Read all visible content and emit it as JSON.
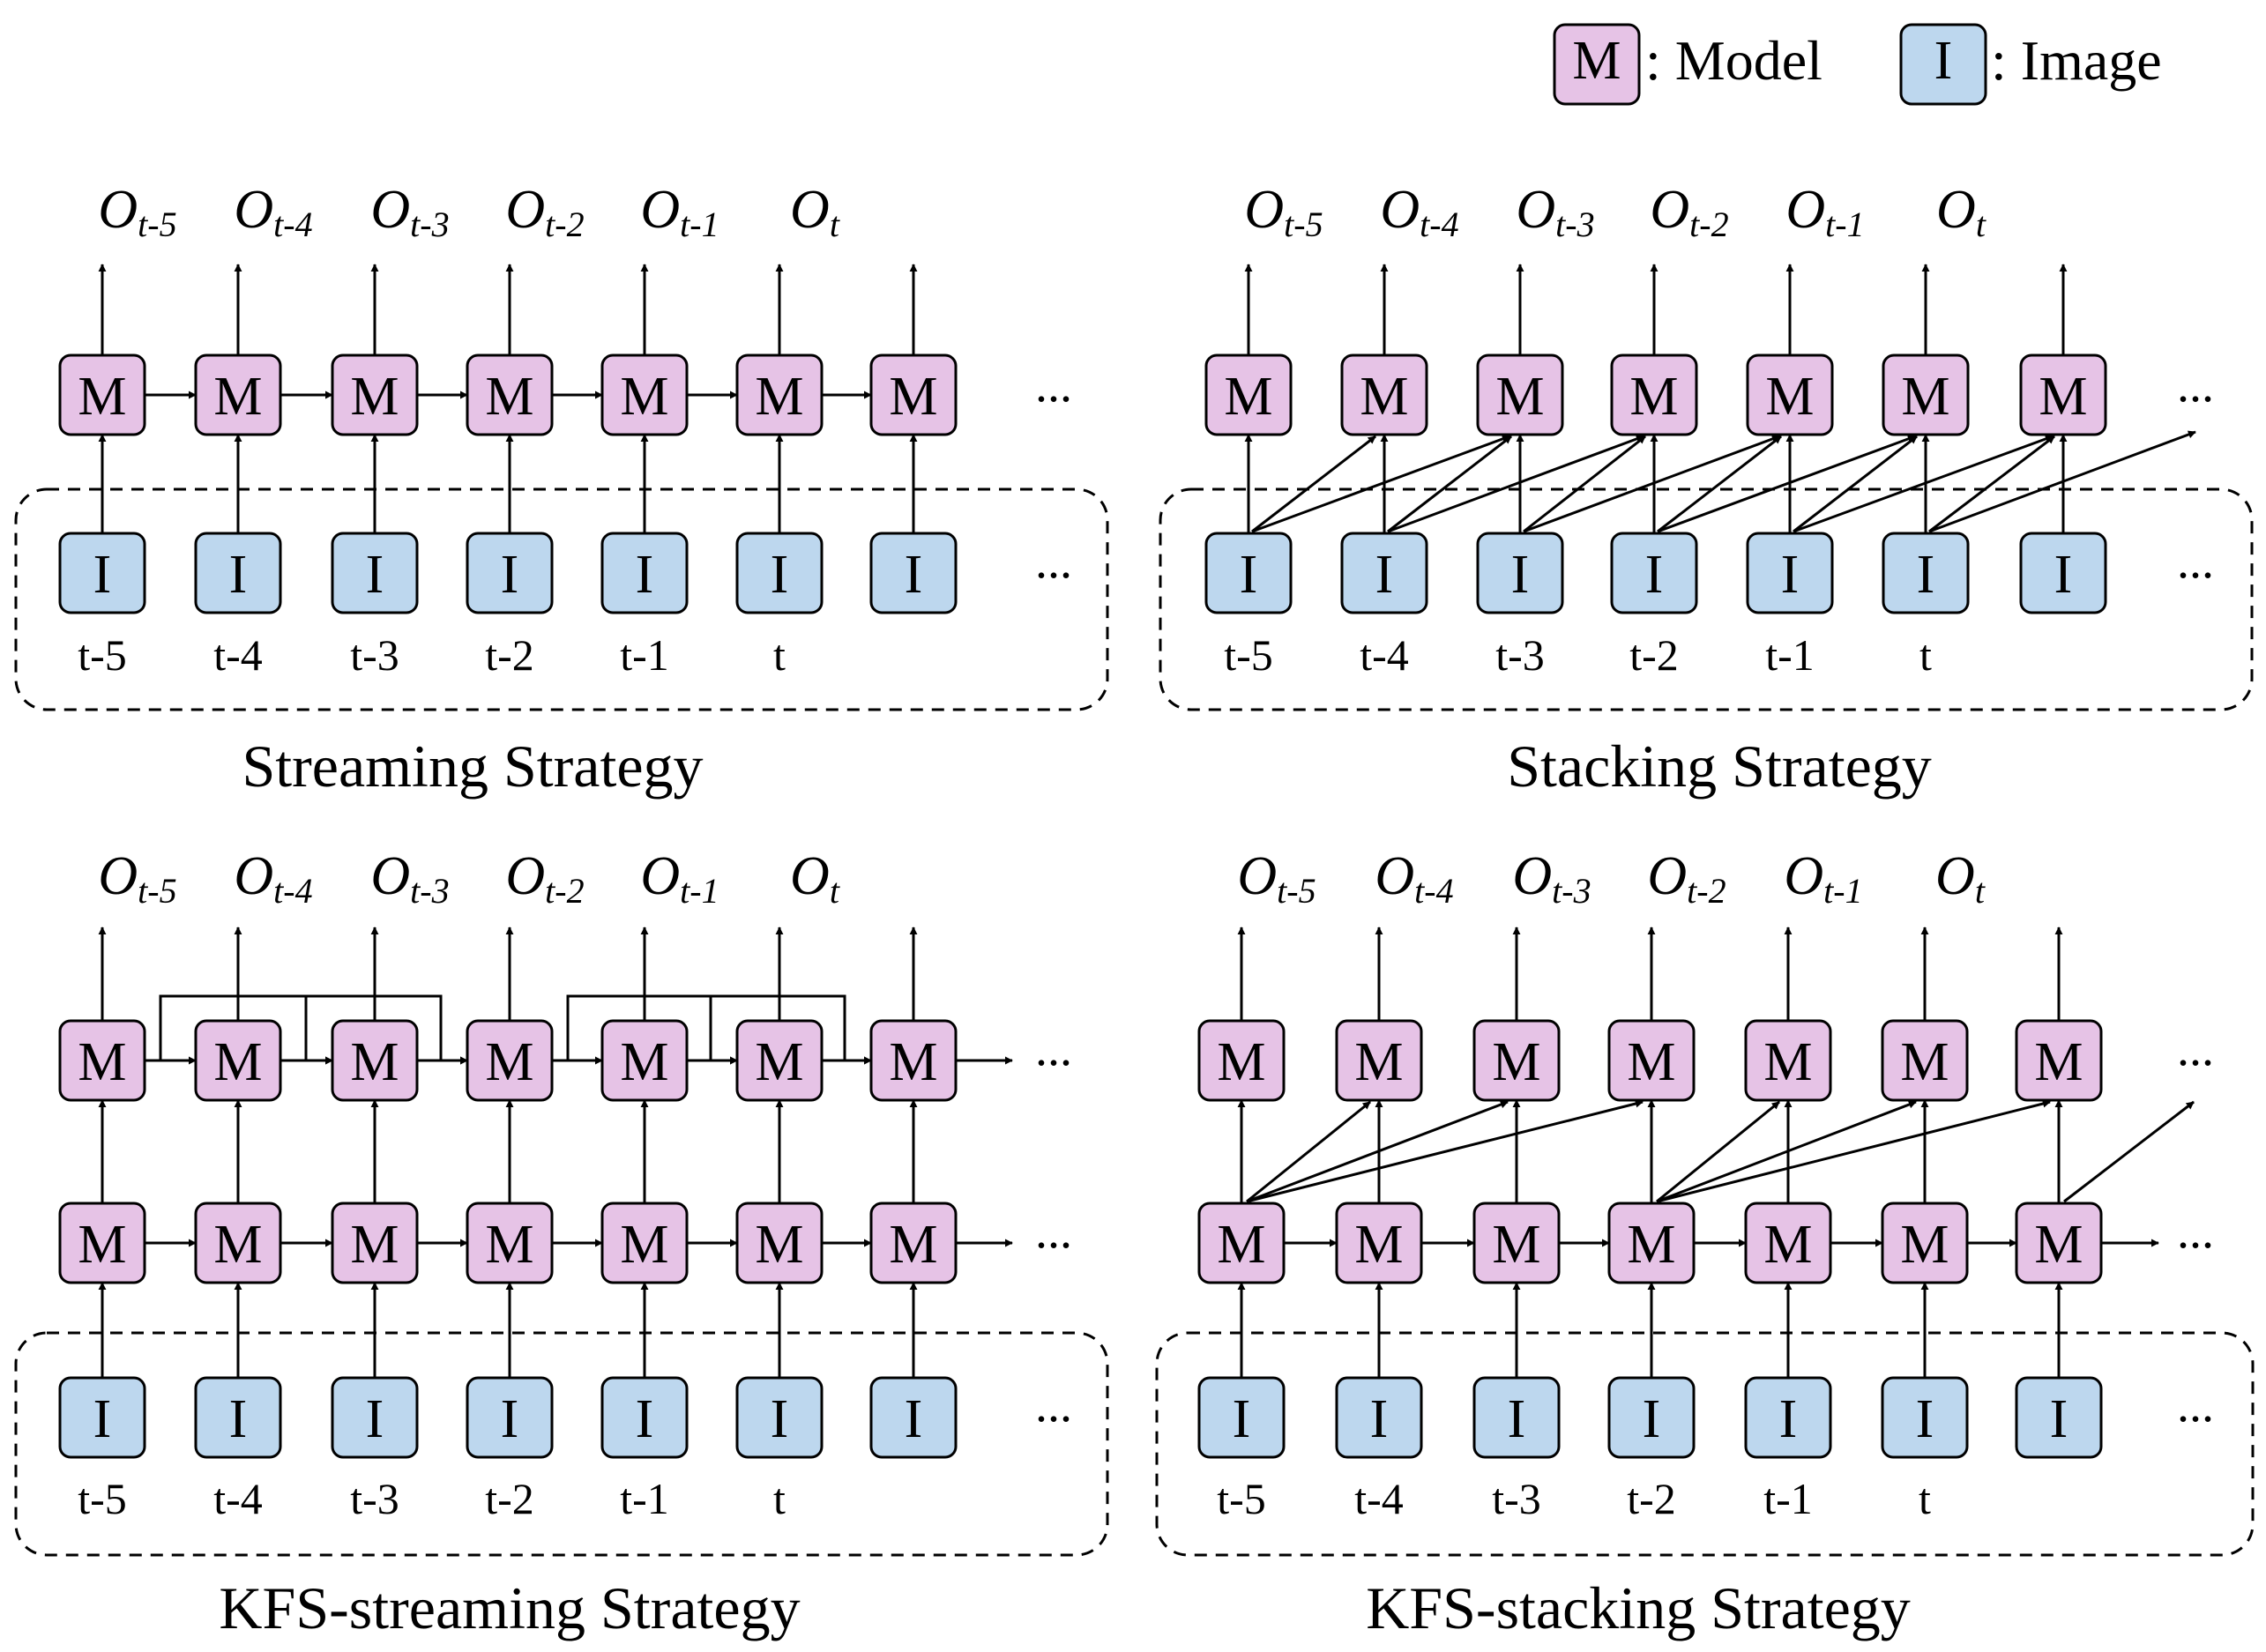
{
  "legend": {
    "model_letter": "M",
    "model_label": ": Model",
    "image_letter": "I",
    "image_label": ": Image"
  },
  "colors": {
    "model_fill": "#E6C3E6",
    "image_fill": "#BDD7EE",
    "stroke": "#000000"
  },
  "box_letters": {
    "model": "M",
    "image": "I"
  },
  "ellipsis": "...",
  "output_symbol": "O",
  "time_labels": [
    "t-5",
    "t-4",
    "t-3",
    "t-2",
    "t-1",
    "t"
  ],
  "output_subscripts": [
    "t-5",
    "t-4",
    "t-3",
    "t-2",
    "t-1",
    "t"
  ],
  "panels": [
    {
      "key": "streaming",
      "title": "Streaming Strategy"
    },
    {
      "key": "stacking",
      "title": "Stacking Strategy"
    },
    {
      "key": "kfs_streaming",
      "title": "KFS-streaming Strategy"
    },
    {
      "key": "kfs_stacking",
      "title": "KFS-stacking Strategy"
    }
  ]
}
